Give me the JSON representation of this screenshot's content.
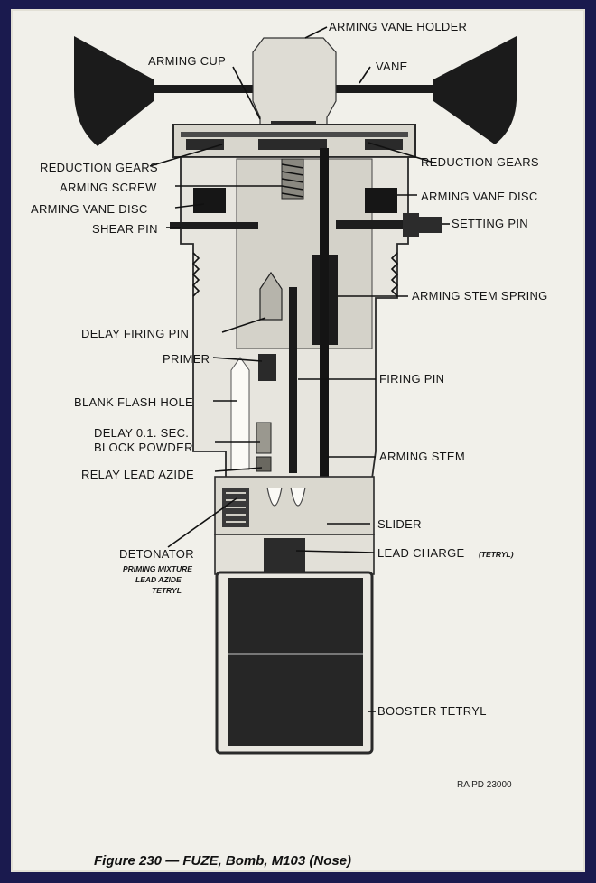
{
  "figure": {
    "caption": "Figure 230 — FUZE, Bomb, M103 (Nose)",
    "reference": "RA PD 23000"
  },
  "labels": {
    "arming_vane_holder": "ARMING VANE HOLDER",
    "arming_cup": "ARMING CUP",
    "vane": "VANE",
    "reduction_gears_left": "REDUCTION GEARS",
    "reduction_gears_right": "REDUCTION GEARS",
    "arming_screw": "ARMING SCREW",
    "arming_vane_disc_left": "ARMING VANE DISC",
    "arming_vane_disc_right": "ARMING VANE DISC",
    "shear_pin": "SHEAR PIN",
    "setting_pin": "SETTING PIN",
    "arming_stem_spring": "ARMING STEM SPRING",
    "delay_firing_pin": "DELAY FIRING PIN",
    "primer": "PRIMER",
    "firing_pin": "FIRING PIN",
    "blank_flash_hole": "BLANK FLASH HOLE",
    "delay_line1": "DELAY 0.1. SEC.",
    "delay_line2": "BLOCK POWDER",
    "arming_stem": "ARMING STEM",
    "relay_lead_azide": "RELAY LEAD AZIDE",
    "slider": "SLIDER",
    "detonator": "DETONATOR",
    "detonator_sub1": "PRIMING MIXTURE",
    "detonator_sub2": "LEAD AZIDE",
    "detonator_sub3": "TETRYL",
    "lead_charge": "LEAD CHARGE",
    "lead_charge_note": "(TETRYL)",
    "booster_tetryl": "BOOSTER TETRYL"
  }
}
